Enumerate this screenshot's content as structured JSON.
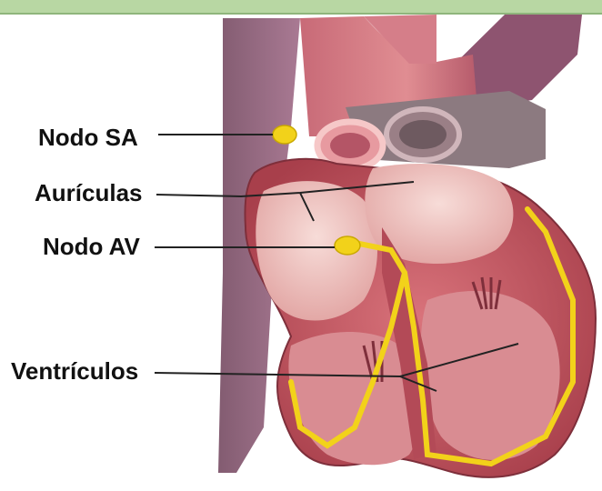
{
  "header": {
    "bar_color": "#b8d7a3"
  },
  "labels": {
    "sa_node": "Nodo SA",
    "atria": "Aurículas",
    "av_node": "Nodo AV",
    "ventricles": "Ventrículos"
  },
  "colors": {
    "conduction": "#f2d21a",
    "muscle": "#c2555f",
    "chamber_light": "#f3c9c6",
    "vessel": "#8d6a74",
    "pericardium": "#7a4a63",
    "leader_line": "#222222"
  }
}
